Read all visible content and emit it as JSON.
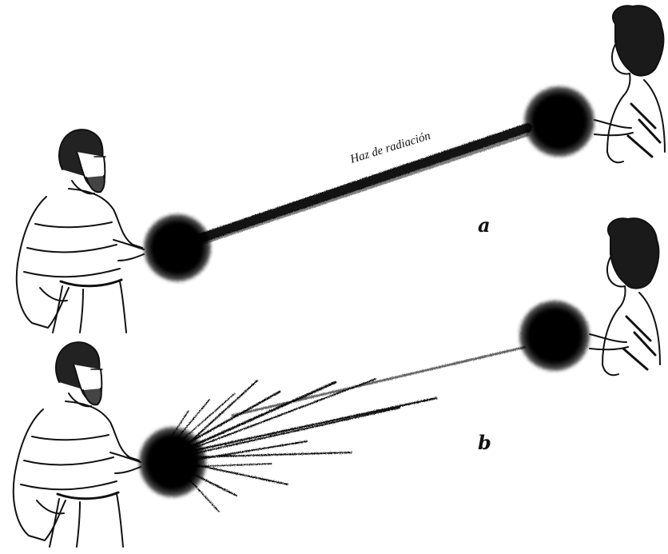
{
  "figure": {
    "beam_label": "Haz de radiación",
    "panel_a_label": "a",
    "panel_b_label": "b"
  },
  "colors": {
    "ink": "#111111",
    "background": "#ffffff"
  }
}
